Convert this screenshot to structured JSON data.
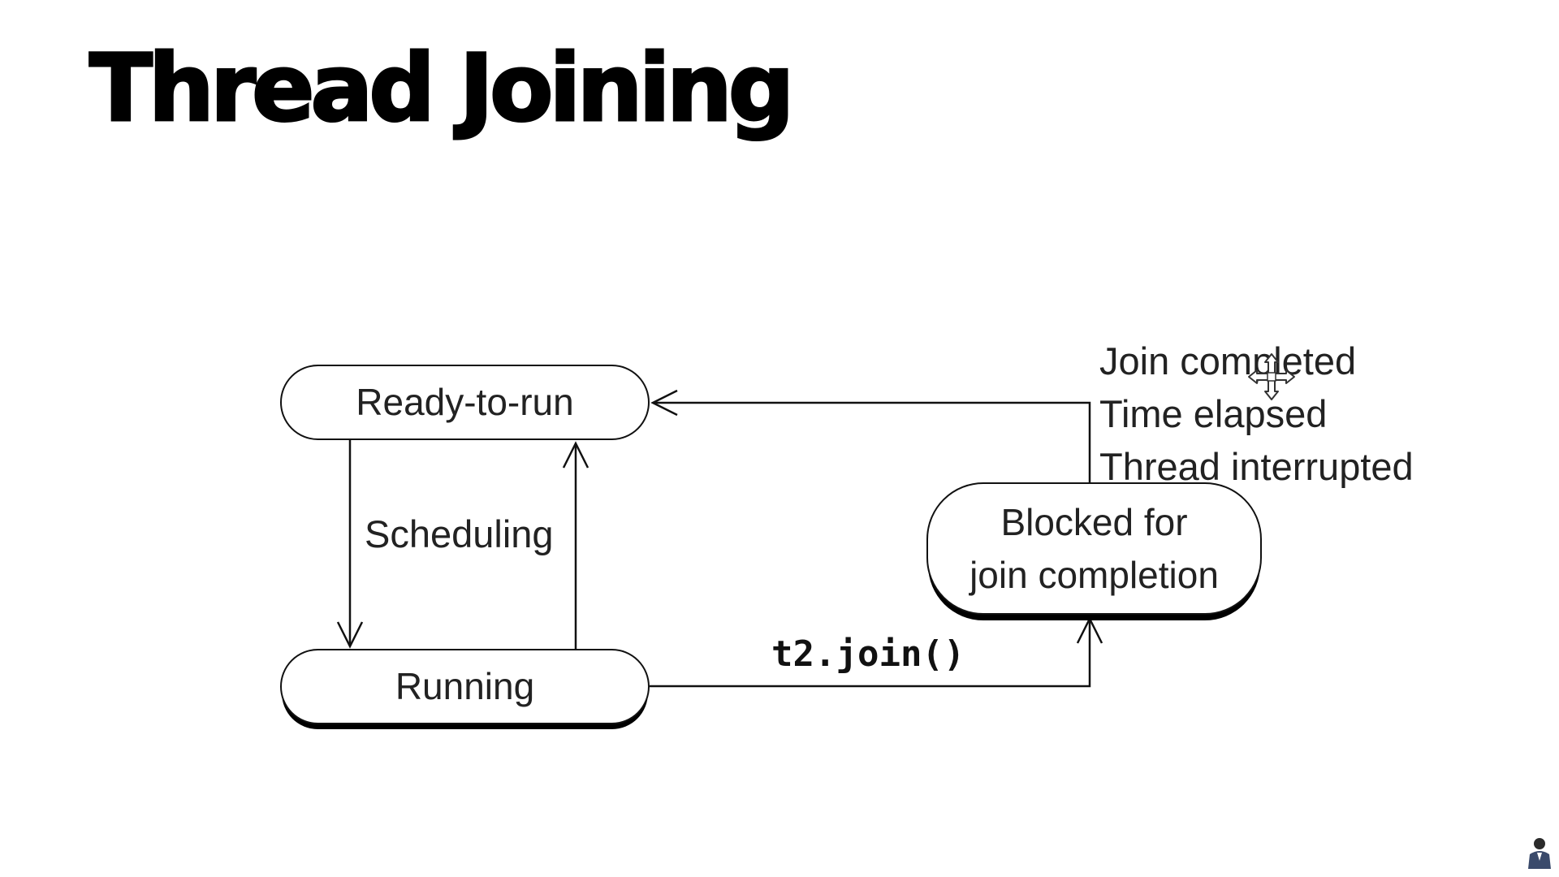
{
  "slide": {
    "title": "Thread Joining"
  },
  "diagram": {
    "states": {
      "ready": "Ready-to-run",
      "running": "Running",
      "blocked_line1": "Blocked for",
      "blocked_line2": "join completion"
    },
    "edges": {
      "scheduling": "Scheduling",
      "join_call": "t2.join()",
      "return_conditions": [
        "Join completed",
        "Time elapsed",
        "Thread interrupted"
      ]
    }
  },
  "icons": {
    "cursor": "move-cursor-icon",
    "presenter": "presenter-avatar-icon"
  },
  "colors": {
    "background": "#ffffff",
    "foreground": "#000000"
  }
}
